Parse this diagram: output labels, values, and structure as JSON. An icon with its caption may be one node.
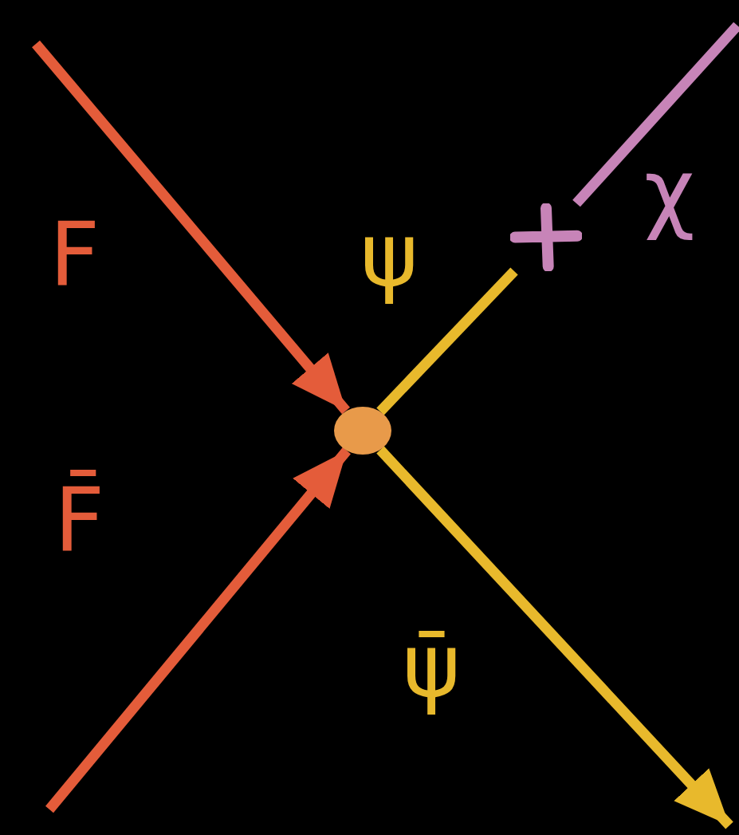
{
  "diagram": {
    "nodes": [
      {
        "text": [],
        "shape": "circle"
      },
      {
        "text": [],
        "shape": "cross"
      }
    ],
    "edges": [
      {
        "from": null,
        "to": 0,
        "arrow": "to",
        "label": "F",
        "color": "#e45c3a"
      },
      {
        "from": null,
        "to": 0,
        "arrow": "to",
        "label": "F̄",
        "color": "#e45c3a"
      },
      {
        "from": 0,
        "to": 1,
        "arrow": "none",
        "label": "ψ",
        "color": "#e8b92c"
      },
      {
        "from": 1,
        "to": null,
        "arrow": "none",
        "label": "χ",
        "color": "#c784b8"
      },
      {
        "from": 0,
        "to": null,
        "arrow": "to",
        "label": "ψ̄",
        "color": "#e8b92c"
      }
    ]
  }
}
